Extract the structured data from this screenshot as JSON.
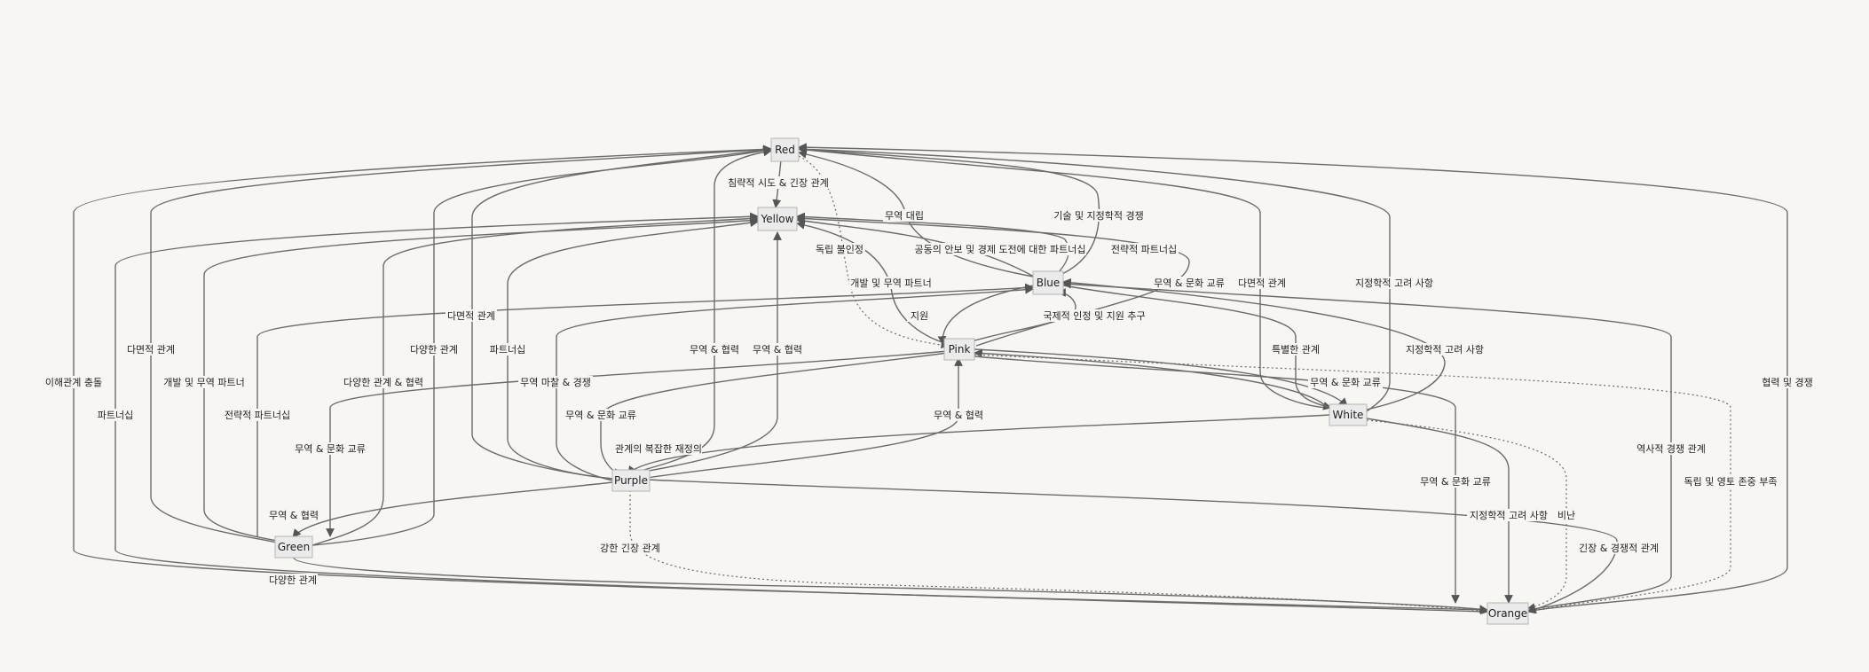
{
  "nodes": [
    {
      "id": "red",
      "label": "Red"
    },
    {
      "id": "yellow",
      "label": "Yellow"
    },
    {
      "id": "blue",
      "label": "Blue"
    },
    {
      "id": "pink",
      "label": "Pink"
    },
    {
      "id": "white",
      "label": "White"
    },
    {
      "id": "purple",
      "label": "Purple"
    },
    {
      "id": "green",
      "label": "Green"
    },
    {
      "id": "orange",
      "label": "Orange"
    }
  ],
  "edges": [
    {
      "id": "e1",
      "label": "침략적 시도 & 긴장 관계"
    },
    {
      "id": "e2",
      "label": "무역 대립"
    },
    {
      "id": "e3",
      "label": "기술 및 지정학적 경쟁"
    },
    {
      "id": "e4",
      "label": "독립 불인정"
    },
    {
      "id": "e5",
      "label": "공동의 안보 및 경제 도전에 대한 파트너십"
    },
    {
      "id": "e6",
      "label": "전략적 파트너십"
    },
    {
      "id": "e7",
      "label": "개발 및 무역 파트너"
    },
    {
      "id": "e8",
      "label": "무역 & 문화 교류"
    },
    {
      "id": "e9",
      "label": "다면적 관계"
    },
    {
      "id": "e10",
      "label": "지정학적 고려 사항"
    },
    {
      "id": "e11",
      "label": "다면적 관계"
    },
    {
      "id": "e12",
      "label": "지원"
    },
    {
      "id": "e13",
      "label": "국제적 인정 및 지원 추구"
    },
    {
      "id": "e14",
      "label": "다면적 관계"
    },
    {
      "id": "e15",
      "label": "다양한 관계"
    },
    {
      "id": "e16",
      "label": "파트너십"
    },
    {
      "id": "e17",
      "label": "무역 & 협력"
    },
    {
      "id": "e18",
      "label": "무역 & 협력"
    },
    {
      "id": "e19",
      "label": "특별한 관계"
    },
    {
      "id": "e20",
      "label": "지정학적 고려 사항"
    },
    {
      "id": "e21",
      "label": "이해관계 충돌"
    },
    {
      "id": "e22",
      "label": "개발 및 무역 파트너"
    },
    {
      "id": "e23",
      "label": "다양한 관계 & 협력"
    },
    {
      "id": "e24",
      "label": "무역 마찰 & 경쟁"
    },
    {
      "id": "e25",
      "label": "무역 & 문화 교류"
    },
    {
      "id": "e26",
      "label": "협력 및 경쟁"
    },
    {
      "id": "e27",
      "label": "파트너십"
    },
    {
      "id": "e28",
      "label": "전략적 파트너십"
    },
    {
      "id": "e29",
      "label": "무역 & 문화 교류"
    },
    {
      "id": "e30",
      "label": "무역 & 협력"
    },
    {
      "id": "e31",
      "label": "관계의 복잡한 재정의"
    },
    {
      "id": "e32",
      "label": "무역 & 문화 교류"
    },
    {
      "id": "e33",
      "label": "무역 & 문화 교류"
    },
    {
      "id": "e34",
      "label": "역사적 경쟁 관계"
    },
    {
      "id": "e35",
      "label": "독립 및 영토 존중 부족"
    },
    {
      "id": "e36",
      "label": "무역 & 협력"
    },
    {
      "id": "e37",
      "label": "강한 긴장 관계"
    },
    {
      "id": "e38",
      "label": "지정학적 고려 사항"
    },
    {
      "id": "e39",
      "label": "비난"
    },
    {
      "id": "e40",
      "label": "긴장 & 경쟁적 관계"
    },
    {
      "id": "e41",
      "label": "다양한 관계"
    }
  ]
}
